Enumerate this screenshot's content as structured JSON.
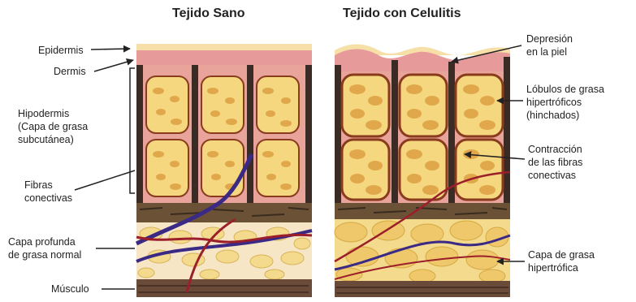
{
  "titles": {
    "healthy": "Tejido Sano",
    "cellulite": "Tejido con Celulitis"
  },
  "labels_left": {
    "epidermis": "Epidermis",
    "dermis": "Dermis",
    "hypodermis": "Hipodermis\n(Capa de grasa\nsubcutánea)",
    "fibers": "Fibras\nconectivas",
    "deep_fat": "Capa profunda\nde grasa normal",
    "muscle": "Músculo"
  },
  "labels_right": {
    "depression": "Depresión\nen la piel",
    "lobules": "Lóbulos de grasa\nhipertróficos\n(hinchados)",
    "contraction": "Contracción\nde las fibras\nconectivas",
    "hyper_fat": "Capa de grasa\nhipertrófica"
  },
  "colors": {
    "epidermis": "#f6e0a8",
    "dermis": "#e79a9a",
    "fiber_band": "#e8a39a",
    "septa": "#3b2b25",
    "lobule_fill": "#f4d77e",
    "lobule_border": "#8a3b1e",
    "fat_cell": "#e0a84a",
    "fascia": "#6b5236",
    "deep_fat": "#f3da8c",
    "muscle": "#6a4b39",
    "vein": "#3a2a86",
    "artery": "#9b1e2a"
  }
}
